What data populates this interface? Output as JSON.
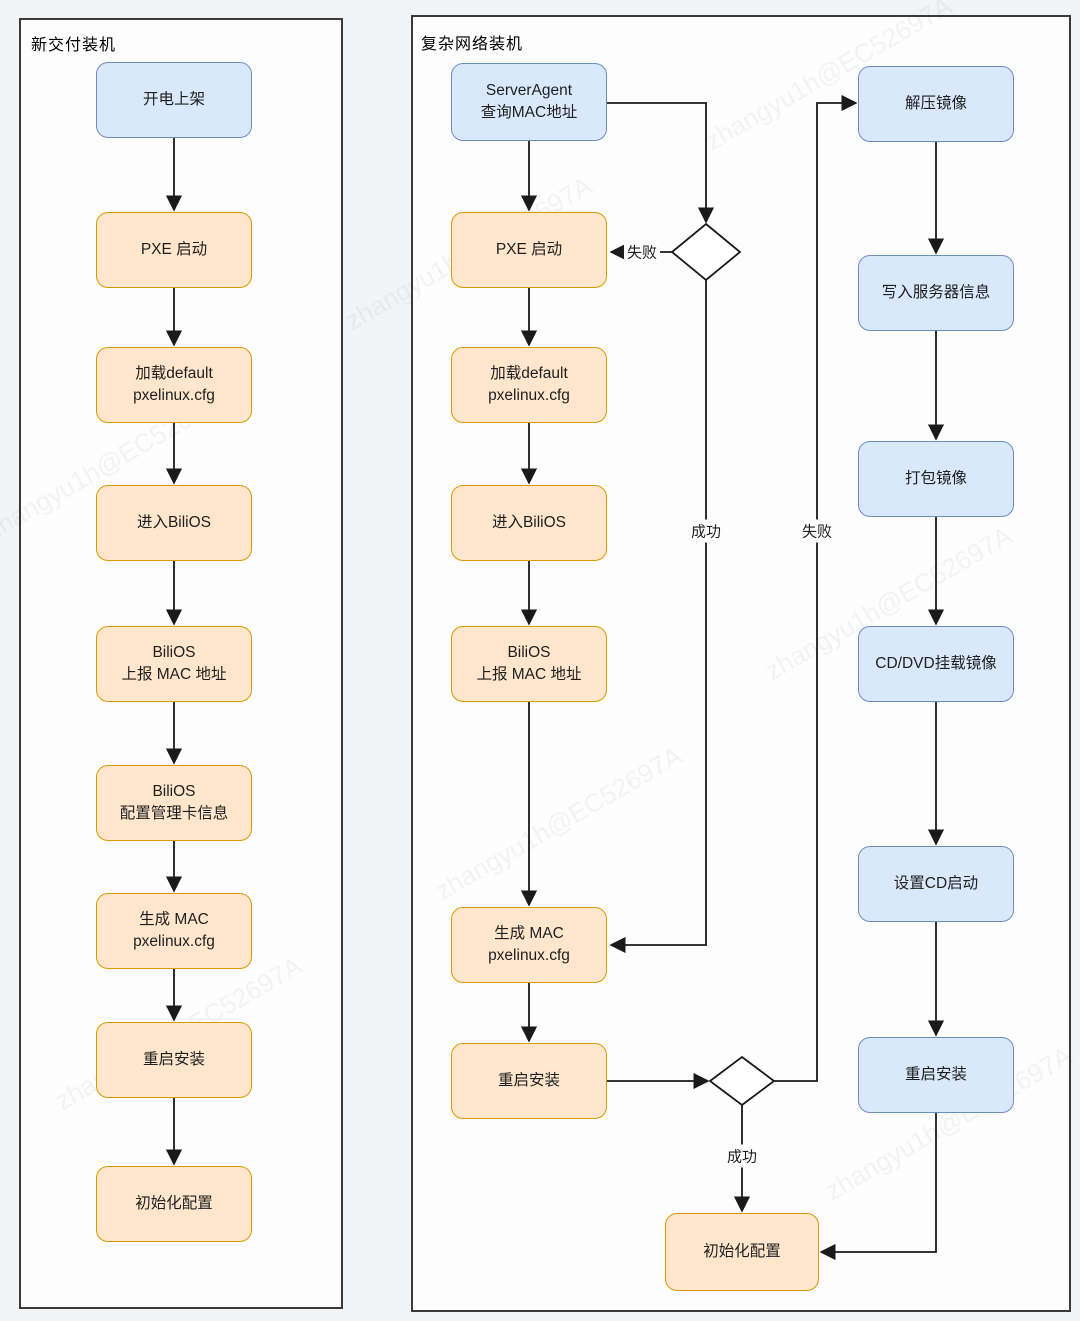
{
  "watermark": {
    "text": "zhangyu1h@EC52697A"
  },
  "colors": {
    "blue_fill": "#dae8fc",
    "blue_stroke": "#6c8ebf",
    "orange_fill": "#ffe6cc",
    "orange_stroke": "#d79b00",
    "connector": "#1a1a1a",
    "panel_border": "#3a3a3a"
  },
  "panels": {
    "left": {
      "title": "新交付装机",
      "nodes": [
        {
          "label": "开电上架",
          "type": "blue"
        },
        {
          "label": "PXE 启动",
          "type": "orange"
        },
        {
          "label": "加载default\npxelinux.cfg",
          "type": "orange"
        },
        {
          "label": "进入BiliOS",
          "type": "orange"
        },
        {
          "label": "BiliOS\n上报 MAC 地址",
          "type": "orange"
        },
        {
          "label": "BiliOS\n配置管理卡信息",
          "type": "orange"
        },
        {
          "label": "生成 MAC\npxelinux.cfg",
          "type": "orange"
        },
        {
          "label": "重启安装",
          "type": "orange"
        },
        {
          "label": "初始化配置",
          "type": "orange"
        }
      ]
    },
    "right": {
      "title": "复杂网络装机",
      "main_nodes": [
        {
          "label": "ServerAgent\n查询MAC地址",
          "type": "blue"
        },
        {
          "label": "PXE 启动",
          "type": "orange"
        },
        {
          "label": "加载default\npxelinux.cfg",
          "type": "orange"
        },
        {
          "label": "进入BiliOS",
          "type": "orange"
        },
        {
          "label": "BiliOS\n上报 MAC 地址",
          "type": "orange"
        },
        {
          "label": "生成 MAC\npxelinux.cfg",
          "type": "orange"
        },
        {
          "label": "重启安装",
          "type": "orange"
        },
        {
          "label": "初始化配置",
          "type": "orange"
        }
      ],
      "side_nodes": [
        {
          "label": "解压镜像",
          "type": "blue"
        },
        {
          "label": "写入服务器信息",
          "type": "blue"
        },
        {
          "label": "打包镜像",
          "type": "blue"
        },
        {
          "label": "CD/DVD挂载镜像",
          "type": "blue"
        },
        {
          "label": "设置CD启动",
          "type": "blue"
        },
        {
          "label": "重启安装",
          "type": "blue"
        }
      ],
      "edge_labels": {
        "fail_top": "失败",
        "success_mid": "成功",
        "fail_right": "失败",
        "success_bottom": "成功"
      }
    }
  }
}
